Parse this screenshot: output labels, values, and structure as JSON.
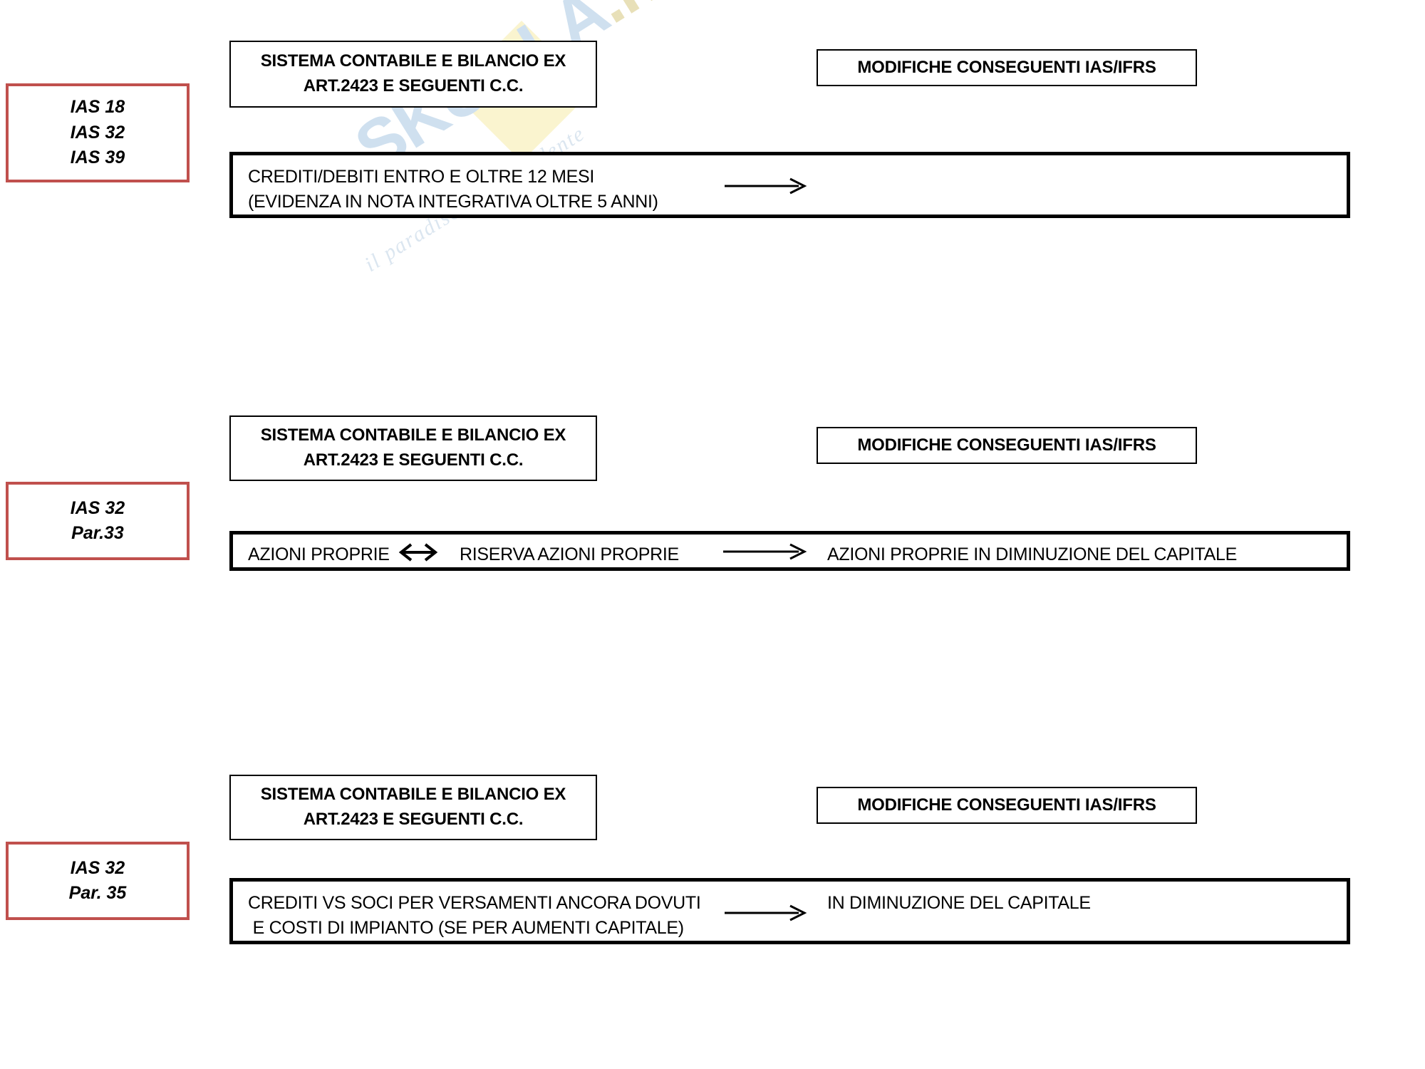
{
  "watermark": {
    "brand": "SKUOLA",
    "suffix": ".net",
    "tagline": "il paradiso dello studente"
  },
  "colors": {
    "ias_border": "#c0504d",
    "box_border": "#000000",
    "background": "#ffffff",
    "watermark_blue": "#cfe0ef",
    "watermark_yellow": "#faf4cf"
  },
  "sections": [
    {
      "id": "section-1",
      "ias_label_lines": [
        "IAS 18",
        "IAS 32",
        "IAS 39"
      ],
      "header_left_lines": [
        "SISTEMA CONTABILE E BILANCIO EX",
        "ART.2423 E SEGUENTI C.C."
      ],
      "header_right": "MODIFICHE CONSEGUENTI IAS/IFRS",
      "body_left_lines": [
        "CREDITI/DEBITI ENTRO E OLTRE 12 MESI",
        "(EVIDENZA IN NOTA INTEGRATIVA OLTRE 5 ANNI)"
      ],
      "body_arrow": "arrow-right",
      "body_right": ""
    },
    {
      "id": "section-2",
      "ias_label_lines": [
        "IAS 32",
        "Par.33"
      ],
      "header_left_lines": [
        "SISTEMA CONTABILE E BILANCIO EX",
        "ART.2423 E SEGUENTI C.C."
      ],
      "header_right": "MODIFICHE CONSEGUENTI IAS/IFRS",
      "body_term_1": "AZIONI PROPRIE",
      "body_arrow_1": "arrow-double",
      "body_term_2": "RISERVA AZIONI PROPRIE",
      "body_arrow_2": "arrow-right",
      "body_term_3": "AZIONI PROPRIE IN DIMINUZIONE DEL CAPITALE"
    },
    {
      "id": "section-3",
      "ias_label_lines": [
        "IAS 32",
        "Par. 35"
      ],
      "header_left_lines": [
        "SISTEMA CONTABILE E BILANCIO EX",
        "ART.2423 E SEGUENTI C.C."
      ],
      "header_right": "MODIFICHE CONSEGUENTI IAS/IFRS",
      "body_left_lines": [
        "CREDITI VS SOCI PER VERSAMENTI ANCORA DOVUTI",
        " E COSTI DI IMPIANTO (SE PER AUMENTI CAPITALE)"
      ],
      "body_arrow": "arrow-right",
      "body_right": "IN DIMINUZIONE DEL CAPITALE"
    }
  ]
}
